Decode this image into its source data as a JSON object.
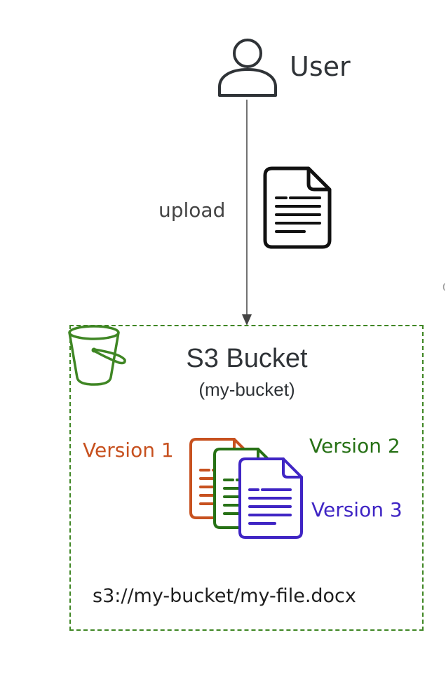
{
  "user": {
    "label": "User",
    "icon": "user-icon"
  },
  "upload": {
    "label": "upload",
    "icon": "document-icon"
  },
  "bucket": {
    "title": "S3 Bucket",
    "subtitle": "(my-bucket)",
    "icon": "s3-bucket-icon",
    "border_color": "#3f8624"
  },
  "versions": [
    {
      "label": "Version 1",
      "color": "#c7511f"
    },
    {
      "label": "Version 2",
      "color": "#277116"
    },
    {
      "label": "Version 3",
      "color": "#3f25c4"
    }
  ],
  "object_path": "s3://my-bucket/my-file.docx"
}
